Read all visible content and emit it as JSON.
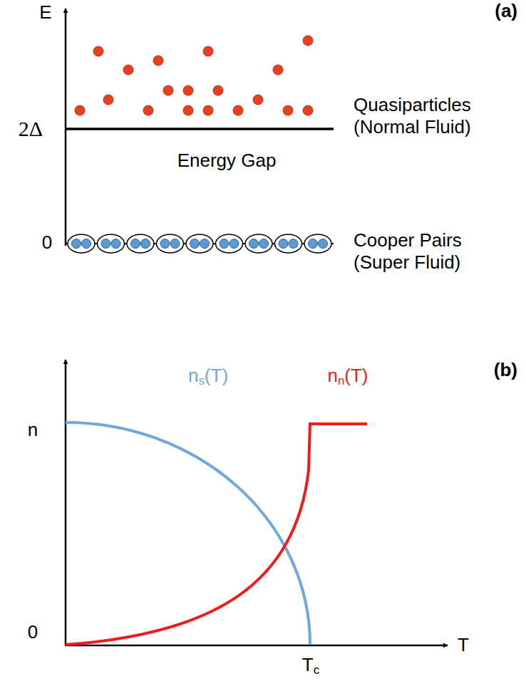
{
  "diagram": {
    "labels": [
      "E",
      "(a)",
      "Quasiparticles (Normal Fluid)",
      "2Δ",
      "Energy Gap",
      "0",
      "Cooper Pairs (Super Fluid)",
      "(b)",
      "n",
      "ns(T)",
      "nn(T)",
      "0",
      "T",
      "Tc"
    ]
  }
}
